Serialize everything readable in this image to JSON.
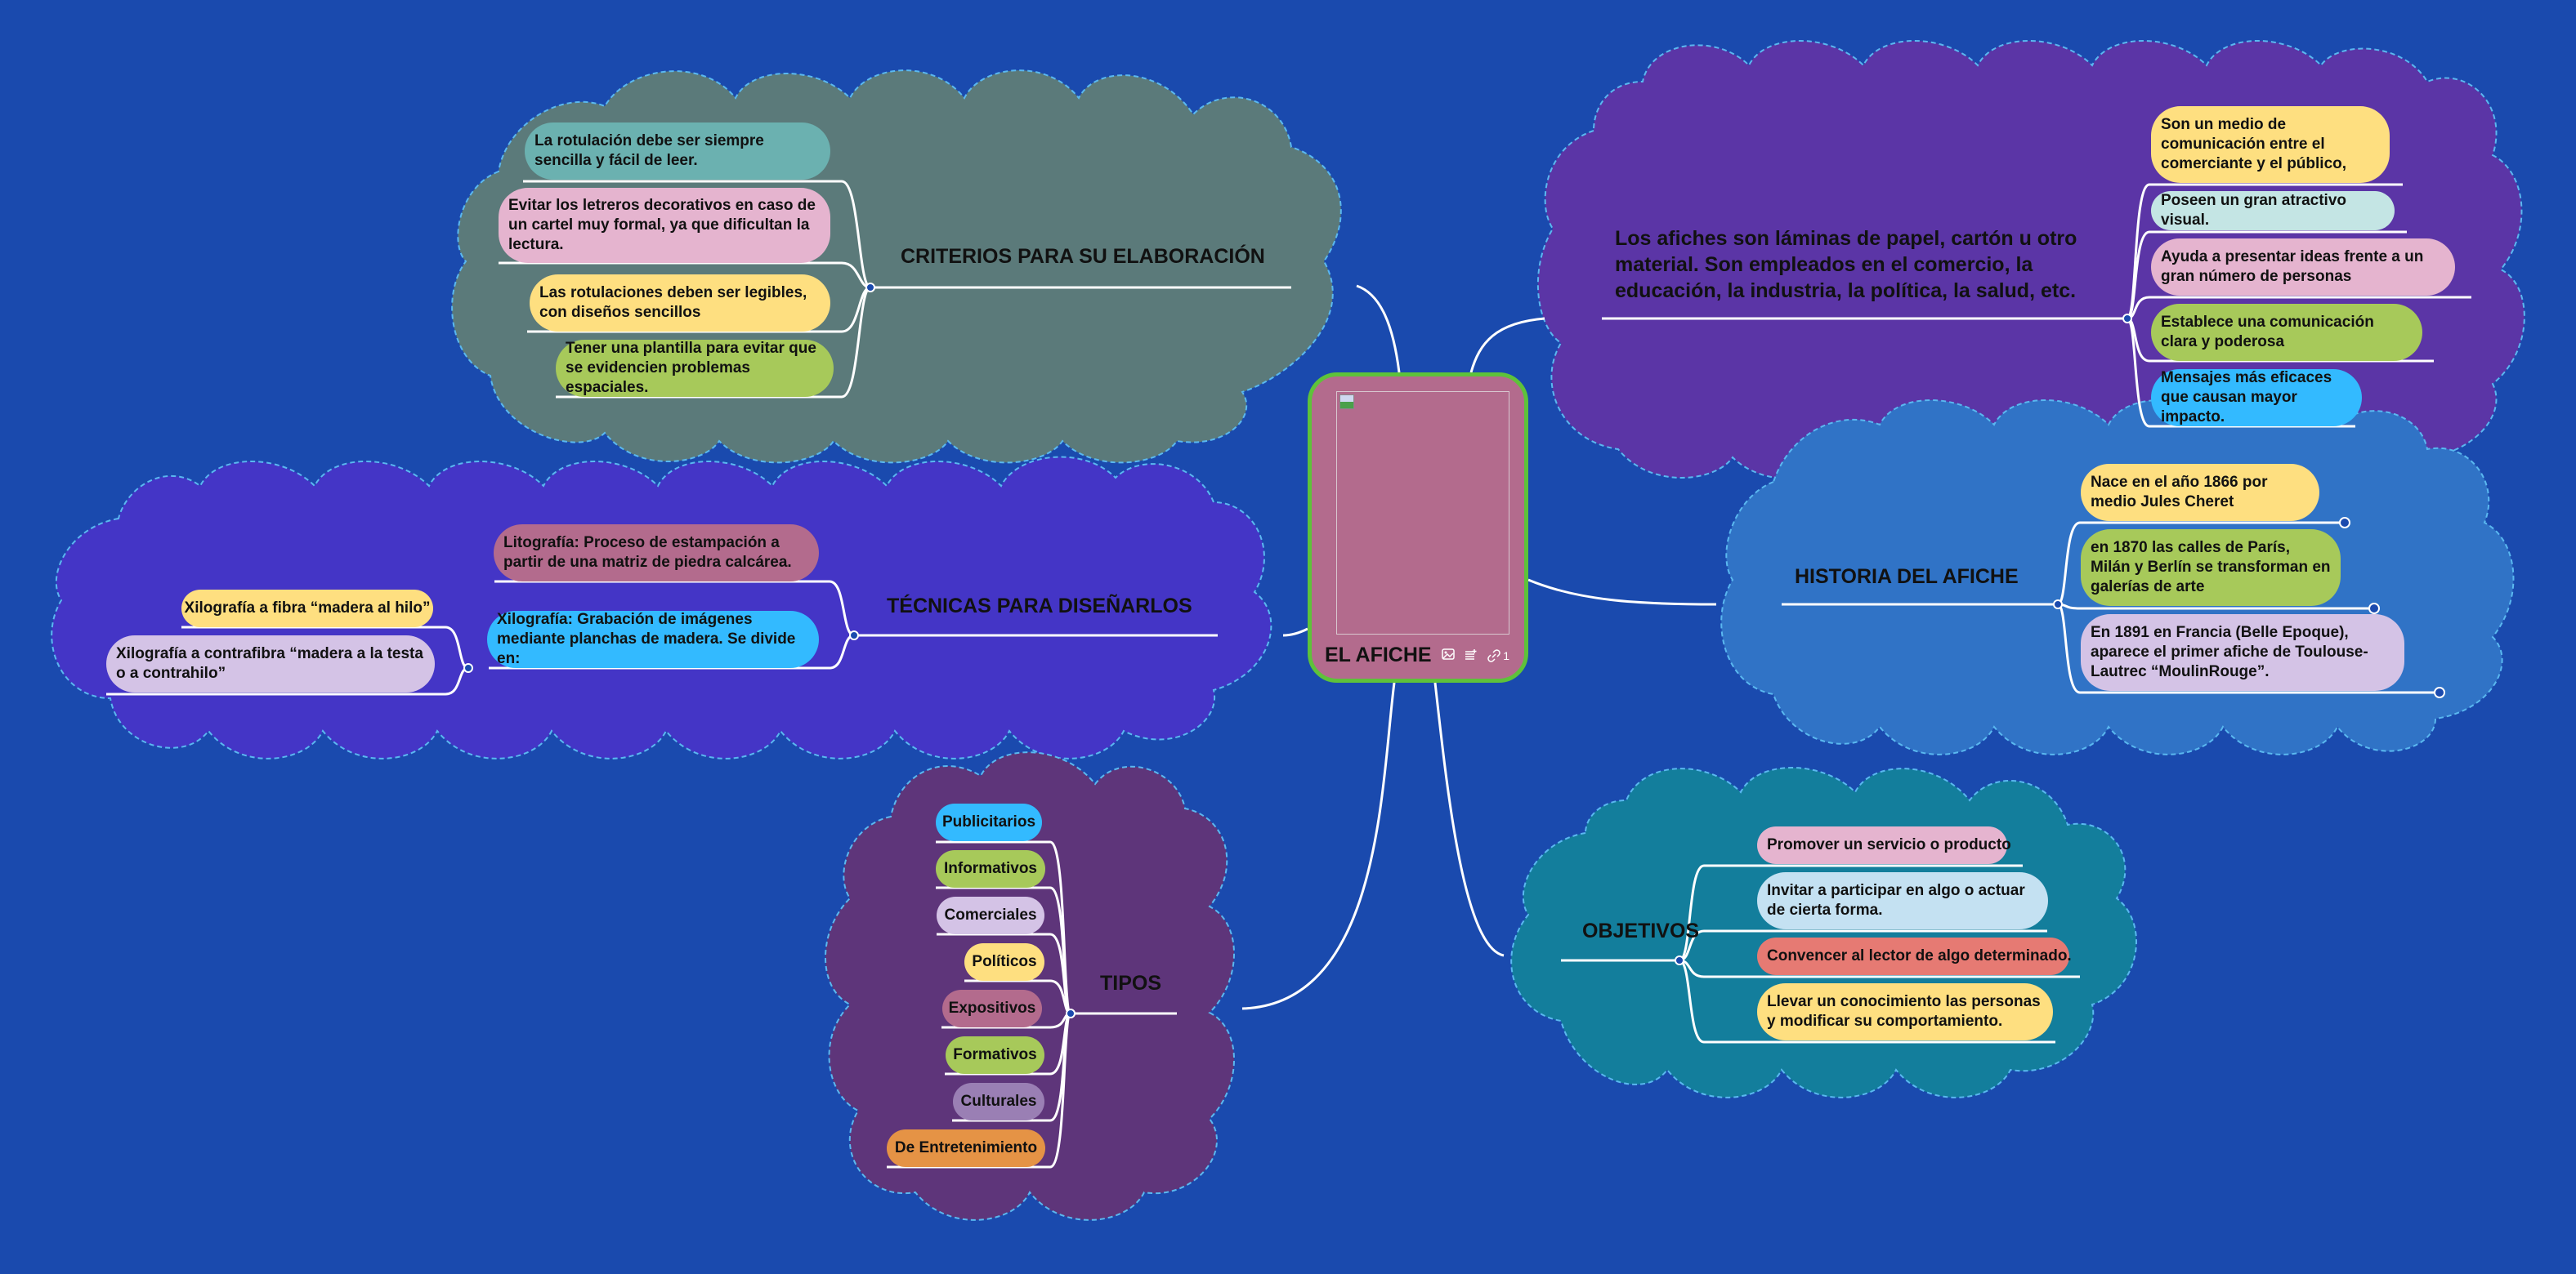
{
  "colors": {
    "background": "#1a4aae",
    "connector": "#ffffff",
    "cloud_border": "#5ab8f0",
    "center_fill": "#b36b8d",
    "center_border": "#5ec23a"
  },
  "center": {
    "title": "EL AFICHE",
    "icons": [
      "image-icon",
      "add-note-icon",
      "link-icon"
    ],
    "link_count": "1"
  },
  "branches": {
    "criterios": {
      "title": "CRITERIOS PARA SU ELABORACIÓN",
      "cloud_color": "#5b7a7a",
      "items": [
        {
          "text": "La rotulación debe ser siempre sencilla y fácil de leer.",
          "color": "#6bb1b0"
        },
        {
          "text": "Evitar los letreros decorativos en caso de un cartel muy formal, ya que dificultan la lectura.",
          "color": "#e5b4cf"
        },
        {
          "text": "Las rotulaciones deben ser legibles, con diseños sencillos",
          "color": "#fedf80"
        },
        {
          "text": "Tener una plantilla para evitar que se evidencien problemas espaciales.",
          "color": "#a7c95a"
        }
      ]
    },
    "definicion": {
      "title": "Los afiches son láminas de papel, cartón u otro material. Son empleados en el comercio, la educación, la industria, la política, la salud, etc.",
      "cloud_color": "#5b35a6",
      "items": [
        {
          "text": "Son un medio de comunicación entre el comerciante y el público,",
          "color": "#fedf80"
        },
        {
          "text": "Poseen un gran atractivo visual.",
          "color": "#c4e5e4"
        },
        {
          "text": "Ayuda a presentar ideas frente a un gran número de personas",
          "color": "#e5b4cf"
        },
        {
          "text": "Establece una comunicación clara y poderosa",
          "color": "#a7c95a"
        },
        {
          "text": "Mensajes más eficaces que causan mayor impacto.",
          "color": "#33baff"
        }
      ]
    },
    "tecnicas": {
      "title": "TÉCNICAS PARA DISEÑARLOS",
      "cloud_color": "#4435c6",
      "items": [
        {
          "text": "Litografía: Proceso de estampación a partir de una matriz de piedra calcárea.",
          "color": "#b36b8d"
        },
        {
          "text": "Xilografía: Grabación de imágenes mediante planchas de madera. Se divide en:",
          "color": "#33baff",
          "children": [
            {
              "text": "Xilografía a fibra “madera al hilo”",
              "color": "#fedf80"
            },
            {
              "text": "Xilografía a contrafibra “madera a la testa o a contrahilo”",
              "color": "#d4c3e6"
            }
          ]
        }
      ]
    },
    "historia": {
      "title": "HISTORIA DEL AFICHE",
      "cloud_color": "#3073c6",
      "items": [
        {
          "text": "Nace en el año 1866 por medio Jules Cheret",
          "color": "#fedf80"
        },
        {
          "text": "en 1870 las calles de París, Milán y Berlín se transforman en galerías de arte",
          "color": "#a7c95a"
        },
        {
          "text": "En 1891 en Francia (Belle Epoque), aparece el primer afiche de Toulouse-Lautrec “MoulinRouge”.",
          "color": "#d4c3e6"
        }
      ]
    },
    "tipos": {
      "title": "TIPOS",
      "cloud_color": "#5e357a",
      "items": [
        {
          "text": "Publicitarios",
          "color": "#33baff"
        },
        {
          "text": "Informativos",
          "color": "#a7c95a"
        },
        {
          "text": "Comerciales",
          "color": "#d4c3e6"
        },
        {
          "text": "Políticos",
          "color": "#fedf80"
        },
        {
          "text": "Expositivos",
          "color": "#b36b8d"
        },
        {
          "text": "Formativos",
          "color": "#a7c95a"
        },
        {
          "text": "Culturales",
          "color": "#9a7fb4"
        },
        {
          "text": "De Entretenimiento",
          "color": "#e59345"
        }
      ]
    },
    "objetivos": {
      "title": "OBJETIVOS",
      "cloud_color": "#137e9c",
      "items": [
        {
          "text": "Promover un servicio o producto",
          "color": "#e5b4cf"
        },
        {
          "text": "Invitar a participar en algo o actuar de cierta forma.",
          "color": "#c4e1f2"
        },
        {
          "text": "Convencer al lector de algo determinado.",
          "color": "#e67a73"
        },
        {
          "text": "Llevar un conocimiento las personas  y modificar su comportamiento.",
          "color": "#fedf80"
        }
      ]
    }
  }
}
